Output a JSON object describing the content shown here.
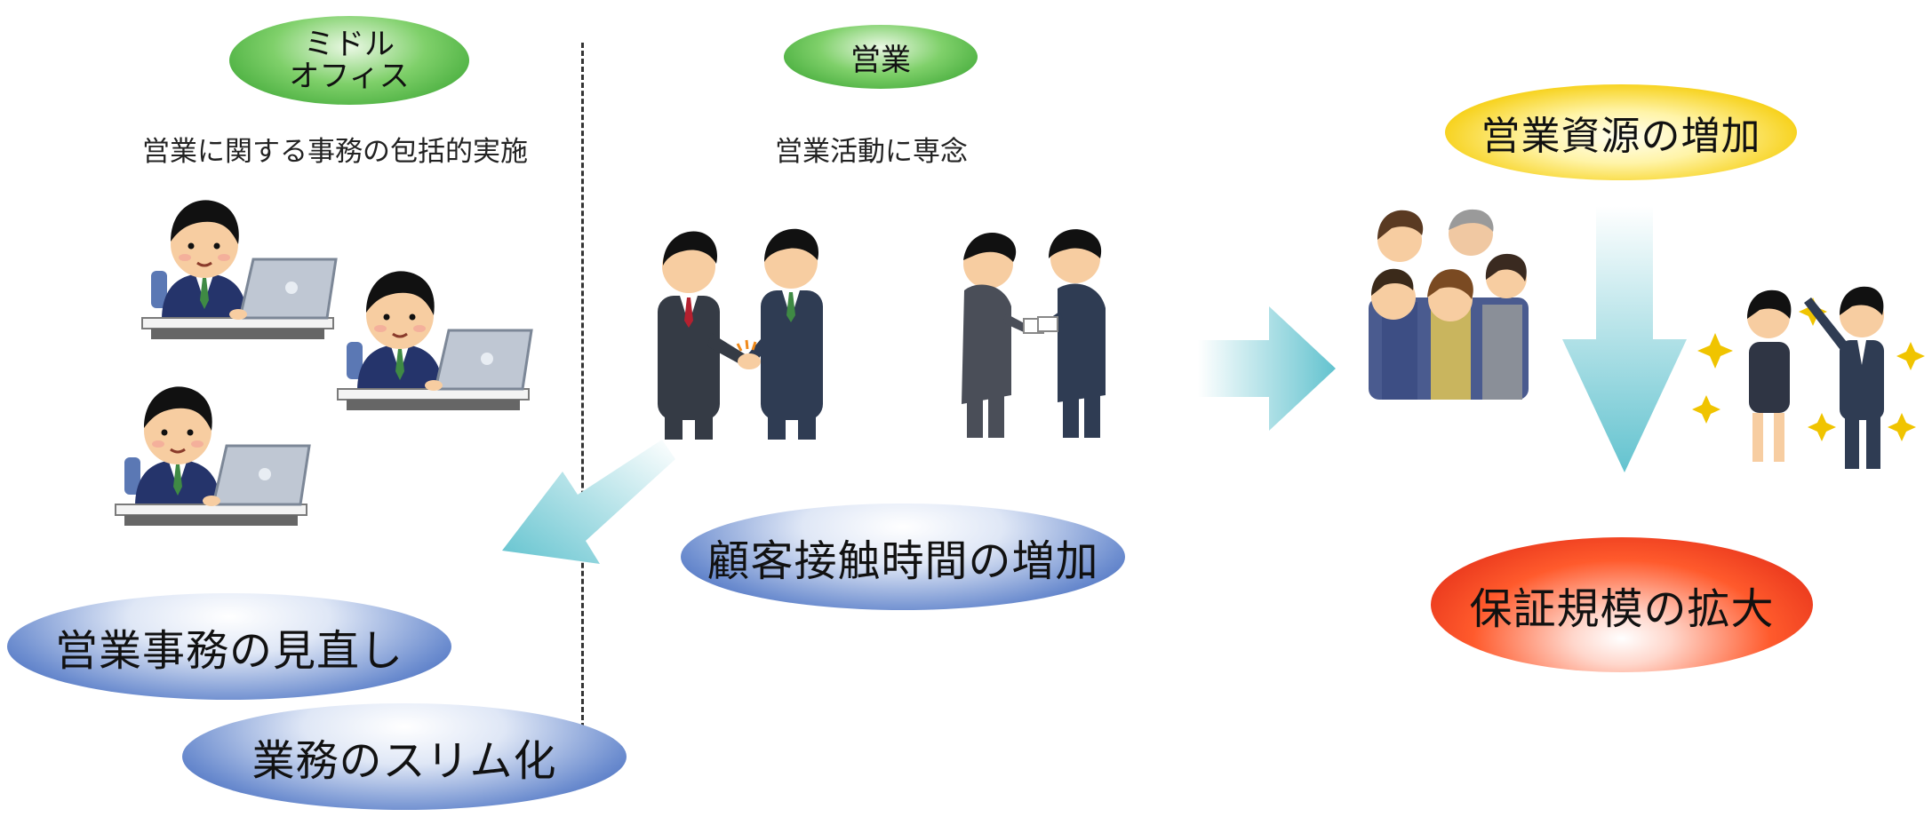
{
  "middle_office": {
    "badge": [
      "ミドル",
      "オフィス"
    ],
    "caption": "営業に関する事務の包括的実施"
  },
  "sales": {
    "badge": "営業",
    "caption": "営業活動に専念"
  },
  "results": {
    "increase_resources": "営業資源の増加",
    "increase_contact_time": "顧客接触時間の増加",
    "review_operations": "営業事務の見直し",
    "slim_operations": "業務のスリム化",
    "expand_guarantee": "保証規模の拡大"
  },
  "colors": {
    "green": "#3aa535",
    "blue": "#2c56b4",
    "yellow": "#f0c400",
    "red": "#d91f12",
    "arrow_teal": "#63c3cf",
    "divider": "#333333"
  },
  "icons": [
    "office-worker-laptop-icon",
    "handshake-icon",
    "business-card-exchange-icon",
    "business-team-icon",
    "celebrating-team-icon",
    "arrow-left-icon",
    "arrow-right-icon",
    "arrow-down-icon"
  ]
}
